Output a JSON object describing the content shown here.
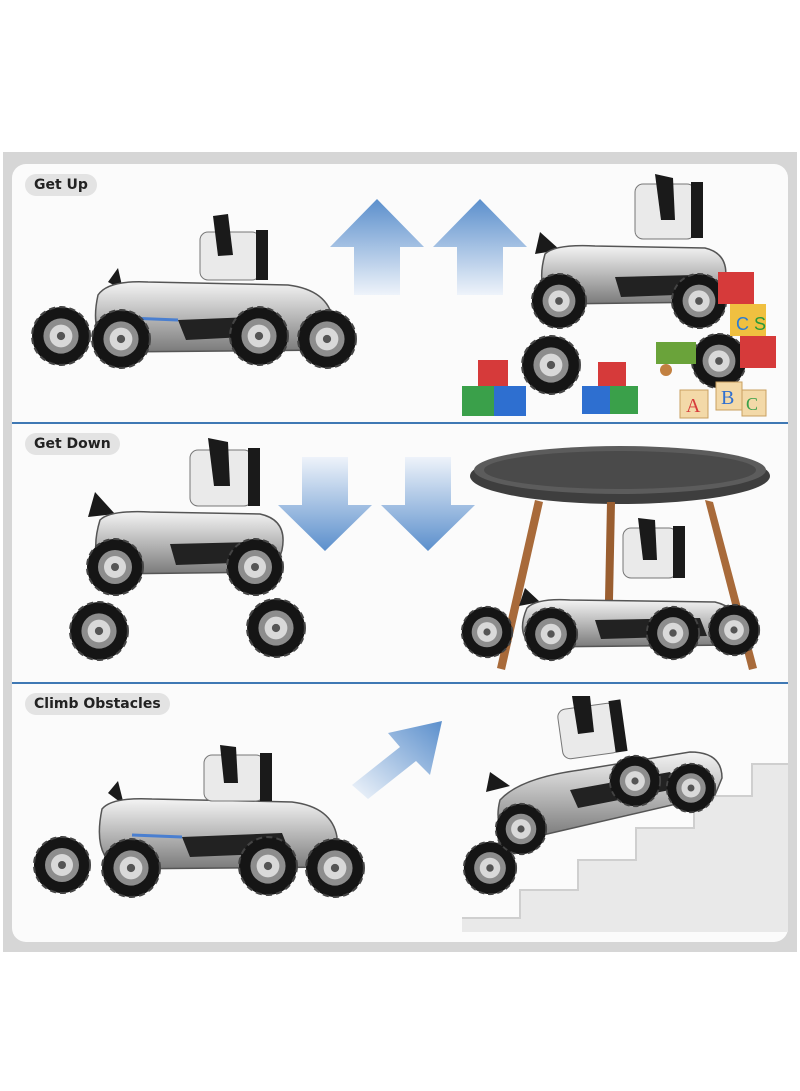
{
  "panels": [
    {
      "label": "Get Up"
    },
    {
      "label": "Get Down"
    },
    {
      "label": "Climb Obstacles"
    }
  ],
  "blocks": {
    "letters": [
      "C",
      "S",
      "A",
      "B",
      "C"
    ]
  },
  "colors": {
    "arrow": "#5b8fcc",
    "divider": "#3f78b4",
    "label_bg": "#e3e3e3",
    "table_top": "#4a4a4a",
    "table_legs": "#a86a3a"
  }
}
